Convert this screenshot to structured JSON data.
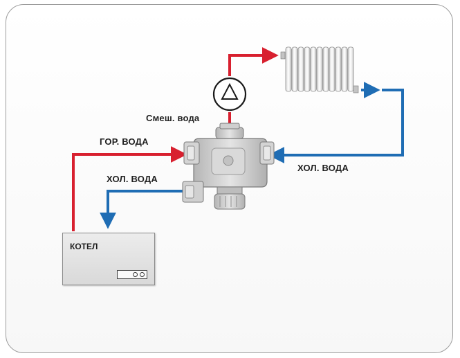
{
  "labels": {
    "mixed_water": "Смеш. вода",
    "hot_water": "ГОР. ВОДА",
    "cold_water_left": "ХОЛ. ВОДА",
    "cold_water_right": "ХОЛ. ВОДА",
    "boiler": "КОТЕЛ"
  },
  "colors": {
    "hot_pipe": "#d8202f",
    "cold_pipe": "#1f6db4",
    "frame_border": "#9c9c9c",
    "valve_body": "#c9c9c9"
  },
  "icons": {
    "pump": "pump-icon",
    "radiator": "radiator-icon",
    "valve": "three-way-valve-icon",
    "boiler": "boiler-icon"
  }
}
